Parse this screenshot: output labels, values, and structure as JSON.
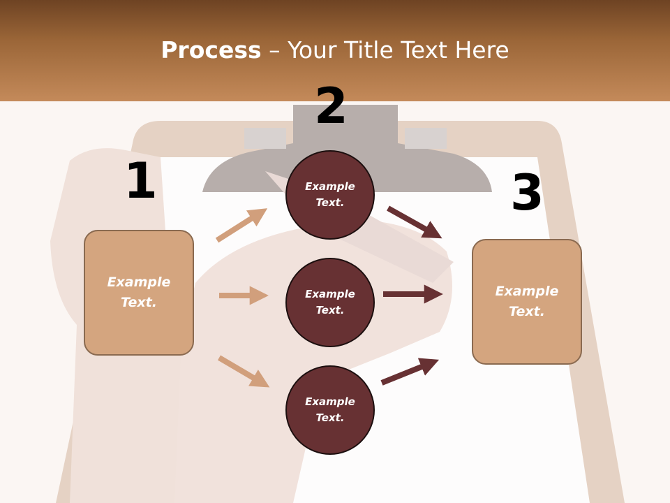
{
  "title": {
    "bold": "Process",
    "rest": " – Your Title Text Here"
  },
  "steps": {
    "one": {
      "number": "1",
      "box_text": "Example Text."
    },
    "two": {
      "number": "2",
      "circles": [
        "Example Text.",
        "Example Text.",
        "Example Text."
      ]
    },
    "three": {
      "number": "3",
      "box_text": "Example Text."
    }
  },
  "colors": {
    "box_fill": "#d4a57f",
    "circle_fill": "#673133",
    "light_arrow": "#d19f7c",
    "dark_arrow": "#673133",
    "header_brown": "#9b6638"
  }
}
